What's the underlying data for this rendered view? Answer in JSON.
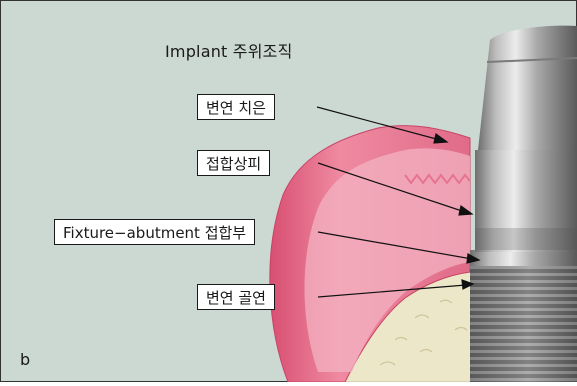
{
  "figure": {
    "title": "Implant 주위조직",
    "panel_letter": "b",
    "labels": [
      "변연 치은",
      "접합상피",
      "Fixture−abutment 접합부",
      "변연 골연"
    ]
  },
  "colors": {
    "background": "#ccd8d2",
    "gingiva": "#e97c95",
    "bone": "#ede7c9",
    "implant_metal": "#9a9a9a"
  }
}
